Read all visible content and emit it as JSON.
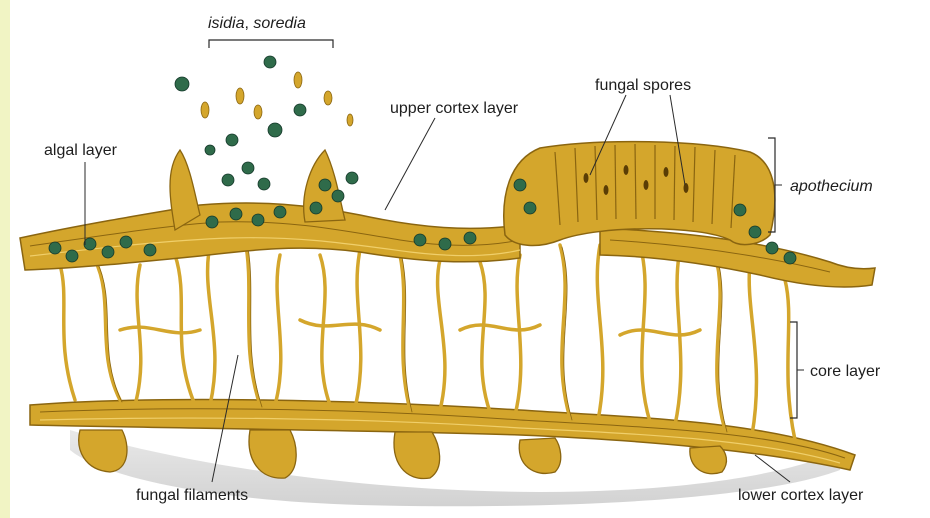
{
  "labels": {
    "isidia": "isidia",
    "comma": ",",
    "soredia": "soredia",
    "algal_layer": "algal layer",
    "upper_cortex": "upper cortex layer",
    "fungal_spores": "fungal spores",
    "apothecium": "apothecium",
    "core_layer": "core layer",
    "fungal_filaments": "fungal filaments",
    "lower_cortex": "lower cortex layer"
  },
  "colors": {
    "frame": "#f1f4c4",
    "hyphae": "#d4a62c",
    "hyphae_dark": "#8a6510",
    "algae": "#2f6b4a",
    "shadow": "#dcdcdc"
  }
}
